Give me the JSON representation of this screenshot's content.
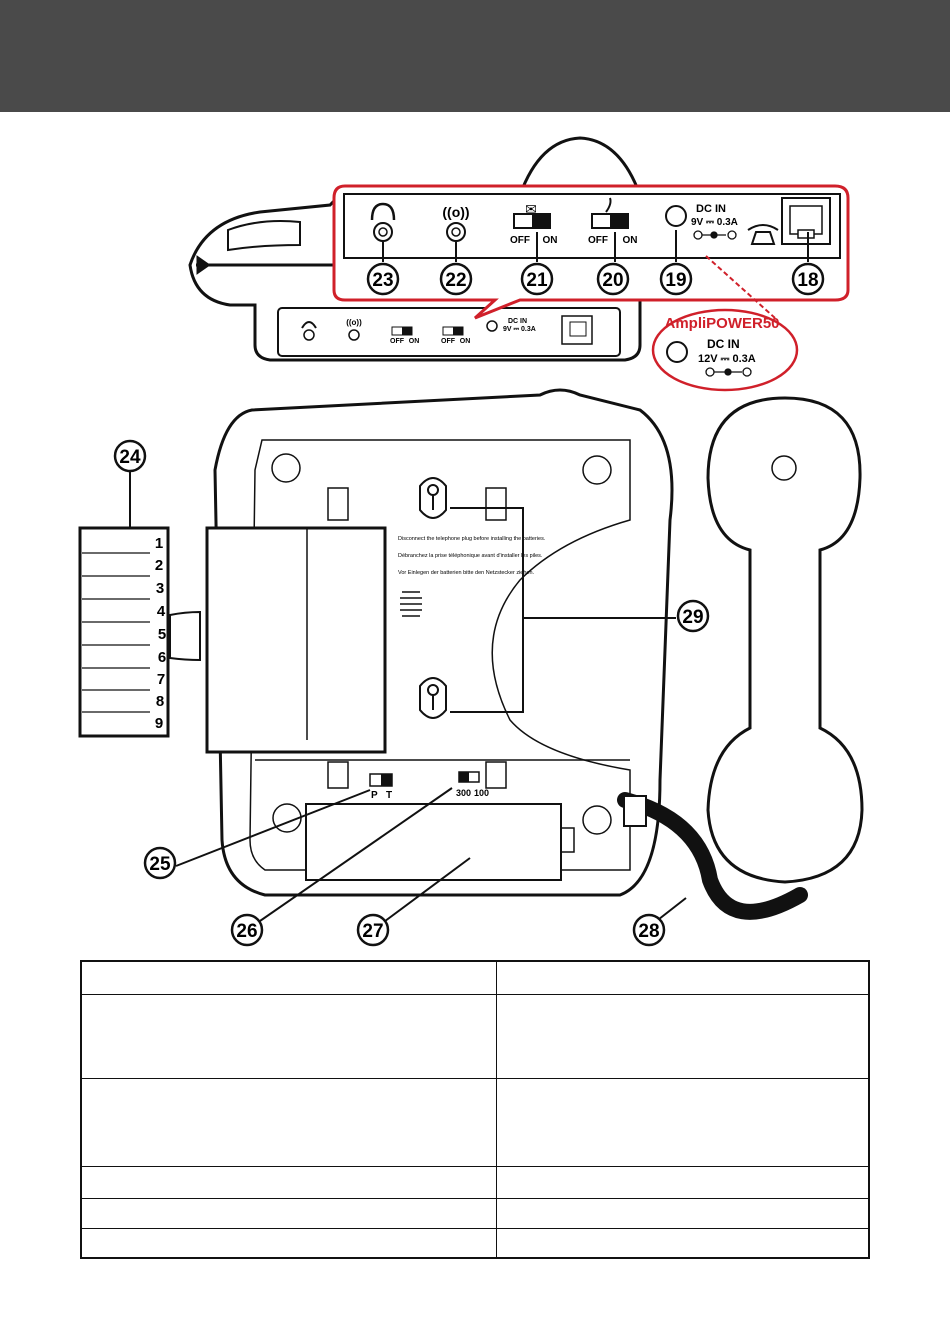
{
  "header": {
    "bar_color": "#4a4a4a"
  },
  "side_panel": {
    "callouts": [
      "23",
      "22",
      "21",
      "20",
      "19",
      "18"
    ],
    "switch_labels": {
      "off": "OFF",
      "on": "ON"
    },
    "glyph_headset": "🎧",
    "glyph_amp": "((o))",
    "glyph_envelope": "✉",
    "dc_label": "DC IN",
    "dc_spec": "9V ⎓ 0.3A",
    "highlight_color": "#d0202a"
  },
  "small_panel": {
    "amp": "((o))",
    "dc_label": "DC IN",
    "dc_spec": "9V ⎓ 0.3A",
    "off": "OFF",
    "on": "ON"
  },
  "amplipower_inset": {
    "title": "AmpliPOWER50",
    "dc_label": "DC IN",
    "dc_spec": "12V ⎓ 0.3A"
  },
  "base_view": {
    "callouts": [
      "24",
      "25",
      "26",
      "27",
      "28",
      "29"
    ],
    "memory_keys": [
      "1",
      "2",
      "3",
      "4",
      "5",
      "6",
      "7",
      "8",
      "9"
    ],
    "warning_lines": [
      "Disconnect the telephone plug before installing the batteries.",
      "Débranchez la prise téléphonique avant d'installer les piles.",
      "Vor Einlegen der batterien bitte den Netzstecker ziehen."
    ],
    "switch_pt": {
      "p": "P",
      "t": "T"
    },
    "switch_speed": {
      "a": "300",
      "b": "100"
    }
  },
  "table": {
    "rows": [
      [
        "",
        ""
      ],
      [
        "",
        ""
      ],
      [
        "",
        ""
      ],
      [
        "",
        ""
      ],
      [
        "",
        ""
      ],
      [
        "",
        ""
      ]
    ]
  }
}
